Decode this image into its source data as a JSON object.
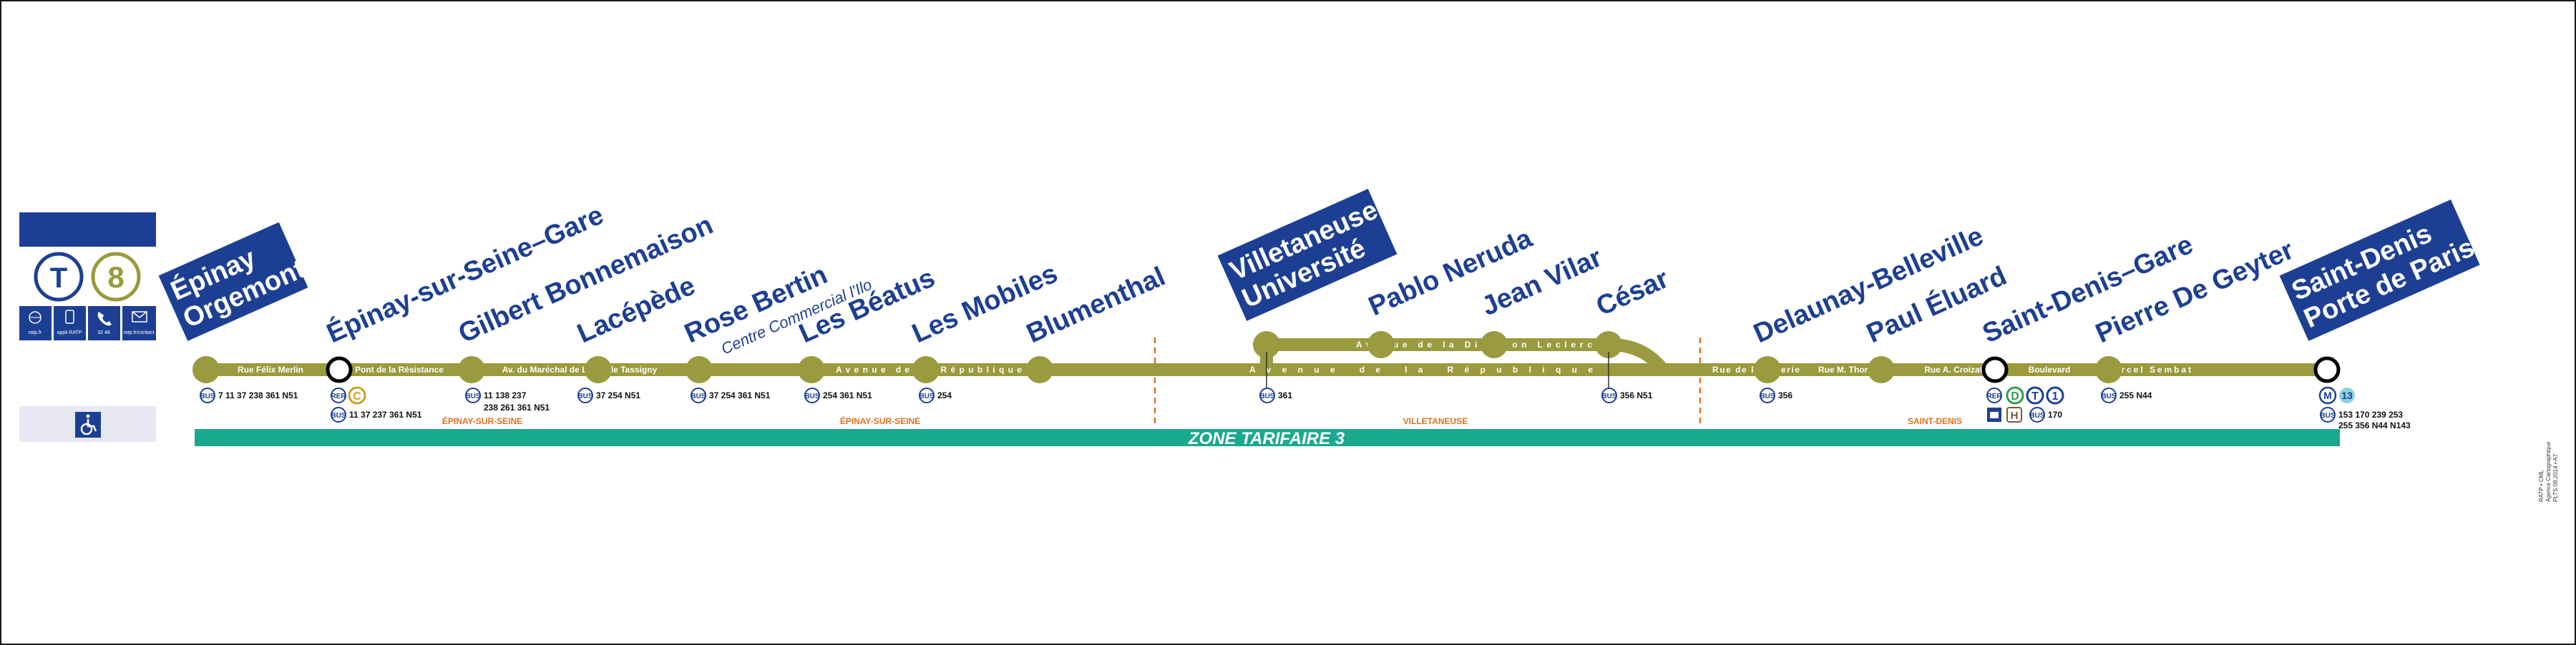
{
  "line": {
    "mode_letter": "T",
    "number": "8",
    "line_color": "#9a9a3e",
    "title_color": "#1d3f93",
    "zone_color": "#1aa88e",
    "commune_color": "#e07020"
  },
  "info_icons": [
    {
      "icon": "globe-icon",
      "label": "ratp.fr"
    },
    {
      "icon": "phone-app-icon",
      "label": "appli RATP"
    },
    {
      "icon": "phone-icon",
      "label": "32 46"
    },
    {
      "icon": "mail-icon",
      "label": "ratp.fr/contact"
    }
  ],
  "accessibility_icon": "wheelchair-icon",
  "stations": [
    {
      "id": "epinay-orgemont",
      "name": [
        "Épinay",
        "Orgemont"
      ],
      "terminus": true,
      "label_style": "box",
      "bus": "7 11 37 238 361 N51"
    },
    {
      "id": "epinay-gare",
      "name": [
        "Épinay-sur-Seine–Gare"
      ],
      "terminus": true,
      "label_style": "text",
      "rer": true,
      "rer_line": "C",
      "bus": "11 37 237 361 N51"
    },
    {
      "id": "gilbert-bonnemaison",
      "name": [
        "Gilbert Bonnemaison"
      ],
      "label_style": "text",
      "bus": "11 138 237|238 261 361 N51"
    },
    {
      "id": "lacepede",
      "name": [
        "Lacépède"
      ],
      "label_style": "text",
      "bus": "37 254 N51"
    },
    {
      "id": "rose-bertin",
      "name": [
        "Rose Bertin"
      ],
      "subtitle": "Centre Commercial l'Ilo",
      "label_style": "text",
      "bus": "37 254 361 N51"
    },
    {
      "id": "les-beatus",
      "name": [
        "Les Béatus"
      ],
      "label_style": "text",
      "bus": "254 361 N51"
    },
    {
      "id": "les-mobiles",
      "name": [
        "Les Mobiles"
      ],
      "label_style": "text",
      "bus": "254"
    },
    {
      "id": "blumenthal",
      "name": [
        "Blumenthal"
      ],
      "label_style": "text"
    },
    {
      "id": "villetaneuse-universite",
      "name": [
        "Villetaneuse",
        "Université"
      ],
      "terminus": true,
      "label_style": "box",
      "bus": "361"
    },
    {
      "id": "pablo-neruda",
      "name": [
        "Pablo Neruda"
      ],
      "label_style": "text"
    },
    {
      "id": "jean-vilar",
      "name": [
        "Jean Vilar"
      ],
      "label_style": "text"
    },
    {
      "id": "cesar",
      "name": [
        "César"
      ],
      "label_style": "text",
      "bus": "356 N51"
    },
    {
      "id": "delaunay-belleville",
      "name": [
        "Delaunay-Belleville"
      ],
      "label_style": "text",
      "bus": "356"
    },
    {
      "id": "paul-eluard",
      "name": [
        "Paul Éluard"
      ],
      "label_style": "text"
    },
    {
      "id": "saint-denis-gare",
      "name": [
        "Saint-Denis–Gare"
      ],
      "terminus": true,
      "label_style": "text",
      "rer": true,
      "rer_line": "D",
      "transilien": "H",
      "tram": "1",
      "bus": "170"
    },
    {
      "id": "pierre-de-geyter",
      "name": [
        "Pierre De Geyter"
      ],
      "label_style": "text",
      "bus": "255 N44"
    },
    {
      "id": "saint-denis-porte-de-paris",
      "name": [
        "Saint-Denis",
        "Porte de Paris"
      ],
      "terminus": true,
      "label_style": "box",
      "metro": true,
      "metro_line": "13",
      "bus": "153 170 239 253|255 356 N44 N143"
    }
  ],
  "roads_main": [
    "Rue Félix Merlin",
    "Pont de la Résistance",
    "Av. du Maréchal de Lattre de Tassigny",
    "Avenue de la République",
    "Avenue de la République",
    "Rue de la Poterie",
    "Rue M. Thorez",
    "Rue A. Croizat",
    "Boulevard",
    "Marcel Sembat"
  ],
  "roads_branch": [
    "Avenue de la Division Leclerc"
  ],
  "communes": [
    "ÉPINAY-SUR-SEINE",
    "ÉPINAY-SUR-SEINE",
    "VILLETANEUSE",
    "SAINT-DENIS"
  ],
  "zone": {
    "label": "ZONE TARIFAIRE 3"
  },
  "bus_label": "BUS",
  "rer_label": "RER",
  "metro_label": "M",
  "vertical_note": [
    "RATP • CML",
    "Agence Cartographique",
    "PLTS 08.2014 • A7"
  ]
}
